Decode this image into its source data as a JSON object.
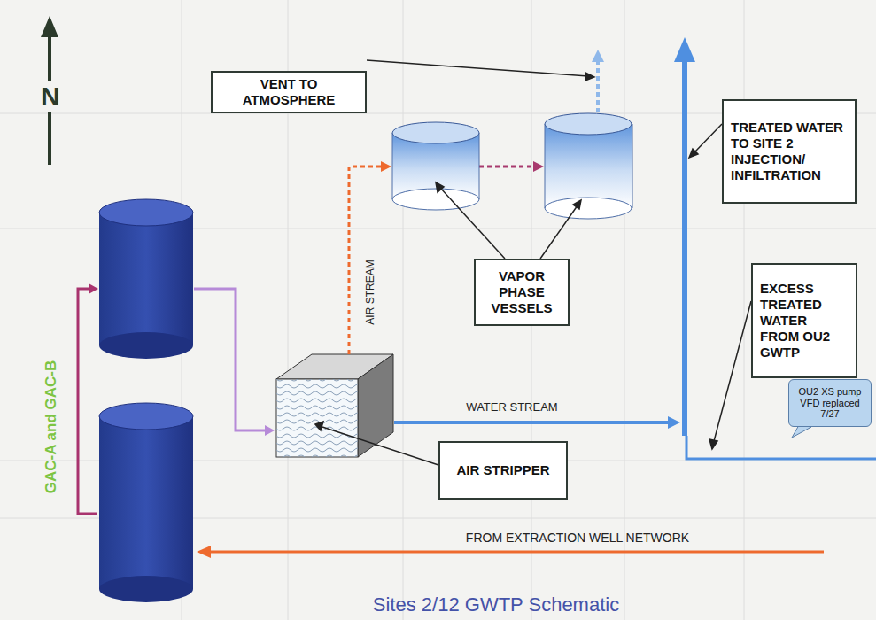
{
  "diagram": {
    "caption": "Sites 2/12 GWTP Schematic",
    "nodes": [
      {
        "text": [
          "VENT TO ATMOSPHERE"
        ]
      },
      {
        "text": [
          "TREATED WATER TO SITE 2 INJECTION/ INFILTRATION"
        ]
      },
      {
        "text": [
          "VAPOR PHASE VESSELS"
        ]
      },
      {
        "text": [
          "EXCESS TREATED WATER FROM OU2 GWTP"
        ]
      },
      {
        "text": [
          "AIR STRIPPER"
        ]
      },
      {
        "text": [
          "OU2 XS pump VFD replaced 7/27"
        ]
      }
    ],
    "labels": [
      "N",
      "GAC-A and GAC-B",
      "AIR STREAM",
      "WATER STREAM",
      "FROM EXTRACTION WELL NETWORK"
    ]
  }
}
